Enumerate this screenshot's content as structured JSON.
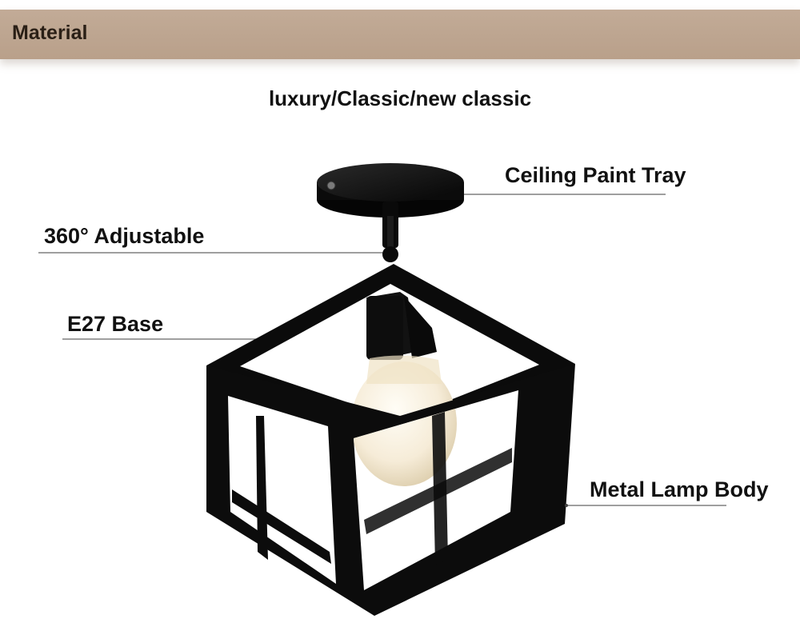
{
  "header": {
    "title": "Material",
    "band_color": "#bca590"
  },
  "subtitle": "luxury/Classic/new classic",
  "callouts": {
    "ceiling_paint_tray": "Ceiling Paint Tray",
    "adjustable": "360° Adjustable",
    "e27_base": "E27 Base",
    "metal_lamp_body": "Metal Lamp Body"
  },
  "product": {
    "frame_color": "#0d0d0d",
    "bulb_color": "#fbf6ea"
  }
}
